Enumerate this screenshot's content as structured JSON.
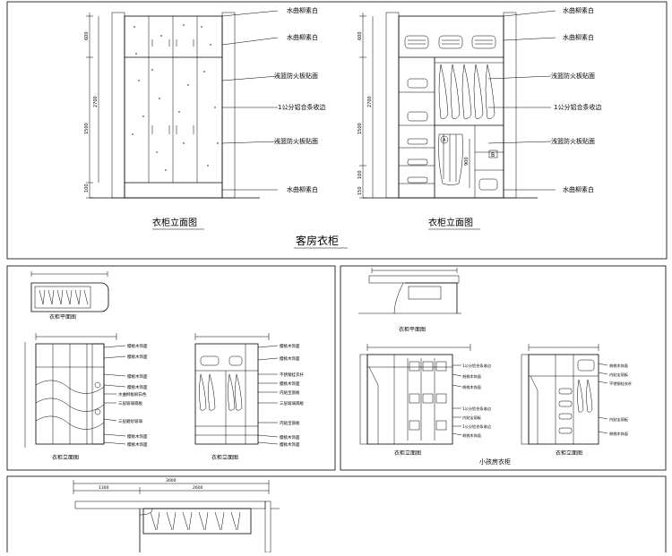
{
  "panel1": {
    "left": {
      "caption": "衣柜立面图",
      "labels": [
        "水曲柳素白",
        "水曲柳素白",
        "浅篮防火板贴面",
        "1公分铝合条收边",
        "浅篮防火板贴面",
        "水曲柳素白"
      ],
      "dims": [
        "600",
        "2700",
        "1500",
        "100"
      ]
    },
    "right": {
      "caption": "衣柜立面图",
      "labels": [
        "水曲柳素白",
        "水曲柳素白",
        "浅篮防火板贴面",
        "1公分铝合条收边",
        "浅篮防火板贴面",
        "水曲柳素白"
      ],
      "dims": [
        "600",
        "2700",
        "1500",
        "900",
        "100",
        "150"
      ],
      "markers": [
        "A",
        "B"
      ]
    },
    "title": "客房衣柜"
  },
  "panel2": {
    "plan_caption": "衣柜平面图",
    "elev1_caption": "衣柜立面图",
    "elev2_caption": "衣柜立面图",
    "elev1_labels": [
      "樱桃木饰面",
      "樱桃木饰面",
      "樱桃木饰面",
      "樱桃木饰面",
      "水曲柳板刷白色",
      "三层玻璃隔板",
      "三层磨砂玻璃",
      "樱桃木饰面",
      "樱桃木饰面"
    ],
    "elev2_labels": [
      "樱桃木饰面",
      "樱桃木饰面",
      "不锈钢挂衣杆",
      "樱桃木饰面",
      "内贴宝丽板",
      "三层玻璃隔板",
      "内贴宝丽板",
      "樱桃木饰面",
      "樱桃木饰面"
    ]
  },
  "panel3": {
    "plan_caption": "衣柜平面图",
    "elev1_caption": "衣柜立面图",
    "elev2_caption": "衣柜立面图",
    "title": "小孩房衣柜",
    "elev1_labels": [
      "1公分铝合条收边",
      "胡桃木饰面",
      "胡桃木饰面",
      "1公分铝合条收边",
      "内贴宝丽板",
      "1公分铝合条收边",
      "胡桃木饰面"
    ],
    "elev2_labels": [
      "胡桃木饰面",
      "内贴宝丽板",
      "不锈钢挂衣杆",
      "内贴宝丽板",
      "胡桃木饰面"
    ]
  },
  "panel4": {
    "dims": [
      "1300",
      "2600",
      "3000"
    ]
  }
}
